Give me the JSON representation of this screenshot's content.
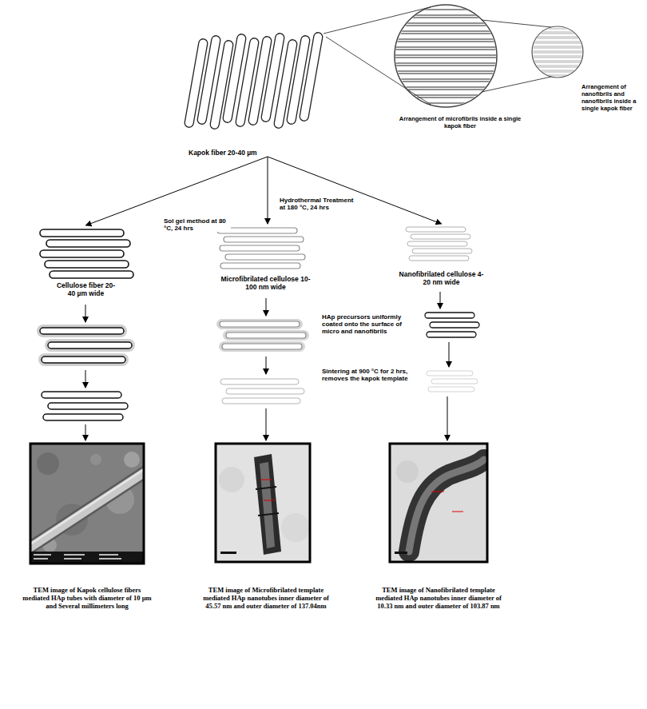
{
  "diagram": {
    "nodes": [
      {
        "text": [
          "Kapok fiber 20-40 µm"
        ]
      },
      {
        "text": [
          "Arrangement of microfibrils inside a single kapok fiber"
        ]
      },
      {
        "text": [
          "Arrangement of nanofibrils and nanofibrils inside a single kapok fiber"
        ]
      },
      {
        "text": [
          "Cellulose fiber 20-40 µm wide"
        ]
      },
      {
        "text": [
          "Microfibrilated cellulose 10-100 nm wide"
        ]
      },
      {
        "text": [
          "Nanofibrilated cellulose 4-20 nm wide"
        ]
      },
      {
        "text": [
          "TEM image of Kapok cellulose fibers mediated HAp tubes with diameter of 10 µm and Several millimeters long"
        ]
      },
      {
        "text": [
          "TEM image of Microfibrilated template mediated HAp nanotubes inner diameter of 45.57 nm and outer diameter of 137.04nm"
        ]
      },
      {
        "text": [
          "TEM image of Nanofibrilated template mediated HAp nanotubes inner diameter of 10.33 nm and outer diameter of 103.87 nm"
        ]
      }
    ],
    "edges": [
      {
        "from": 0,
        "to": 3,
        "arrow": "to",
        "label": "Sol gel method at 80 °C, 24 hrs"
      },
      {
        "from": 0,
        "to": 4,
        "arrow": "to",
        "label": "Hydrothermal Treatment at 180 °C, 24 hrs"
      },
      {
        "from": 0,
        "to": 5,
        "arrow": "to"
      },
      {
        "from": 0,
        "to": 1,
        "arrow": "none"
      },
      {
        "from": 0,
        "to": 1,
        "arrow": "none"
      },
      {
        "from": 1,
        "to": 2,
        "arrow": "none"
      },
      {
        "from": 1,
        "to": 2,
        "arrow": "none"
      }
    ],
    "labels": [
      "HAp precursors uniformly coated onto the surface of micro and nanofibrils",
      "Sintering at 900 °C for 2 hrs, removes the kapok template"
    ]
  }
}
